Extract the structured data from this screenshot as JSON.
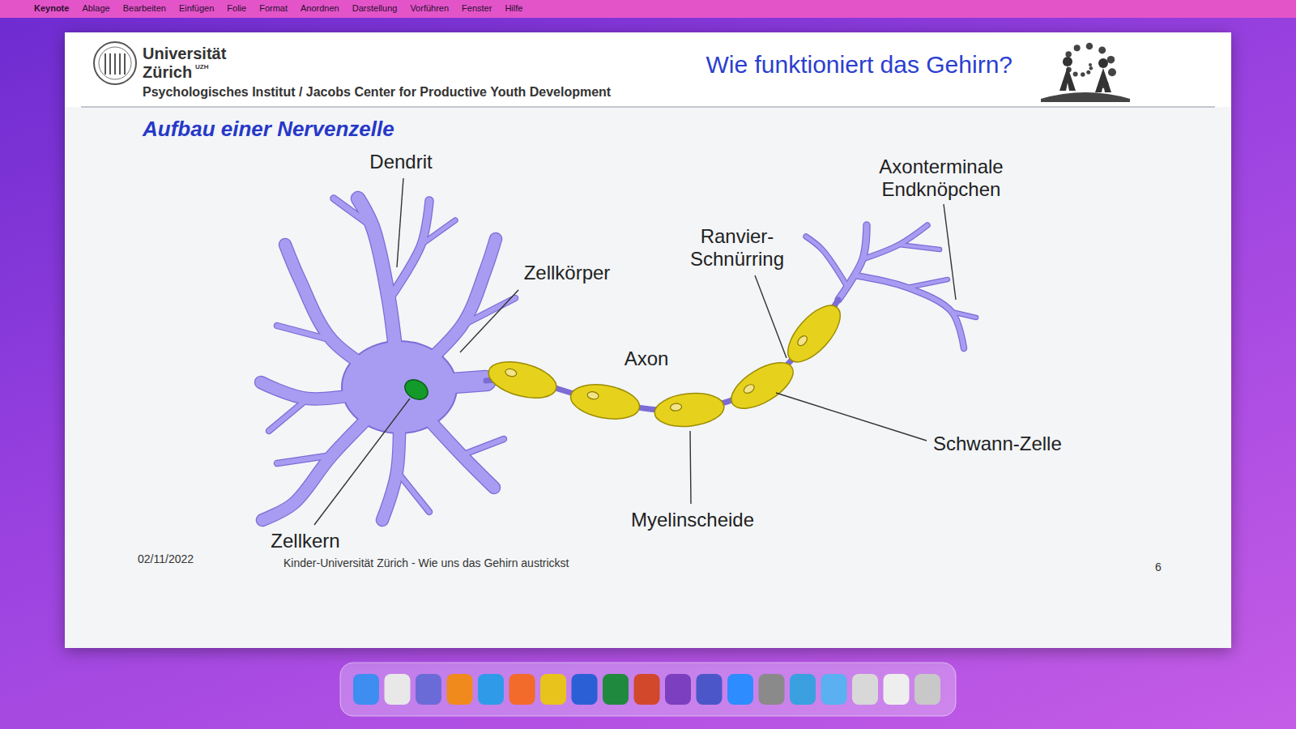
{
  "diagram": {
    "title": "Wie funktioniert das Gehirn?",
    "labels": [
      "Keynote",
      "Ablage",
      "Bearbeiten",
      "Einfügen",
      "Folie",
      "Format",
      "Anordnen",
      "Darstellung",
      "Vorführen",
      "Fenster",
      "Hilfe",
      "Universität Zürich",
      "UZH",
      "Psychologisches Institut / Jacobs Center for Productive Youth Development",
      "Aufbau einer Nervenzelle",
      "Dendrit",
      "Zellkörper",
      "Axon",
      "Ranvier- Schnürring",
      "Axonterminale Endknöpchen",
      "Schwann-Zelle",
      "Myelinscheide",
      "Zellkern",
      "02/11/2022",
      "Kinder-Universität Zürich - Wie uns das Gehirn austrickst",
      "6"
    ]
  }
}
